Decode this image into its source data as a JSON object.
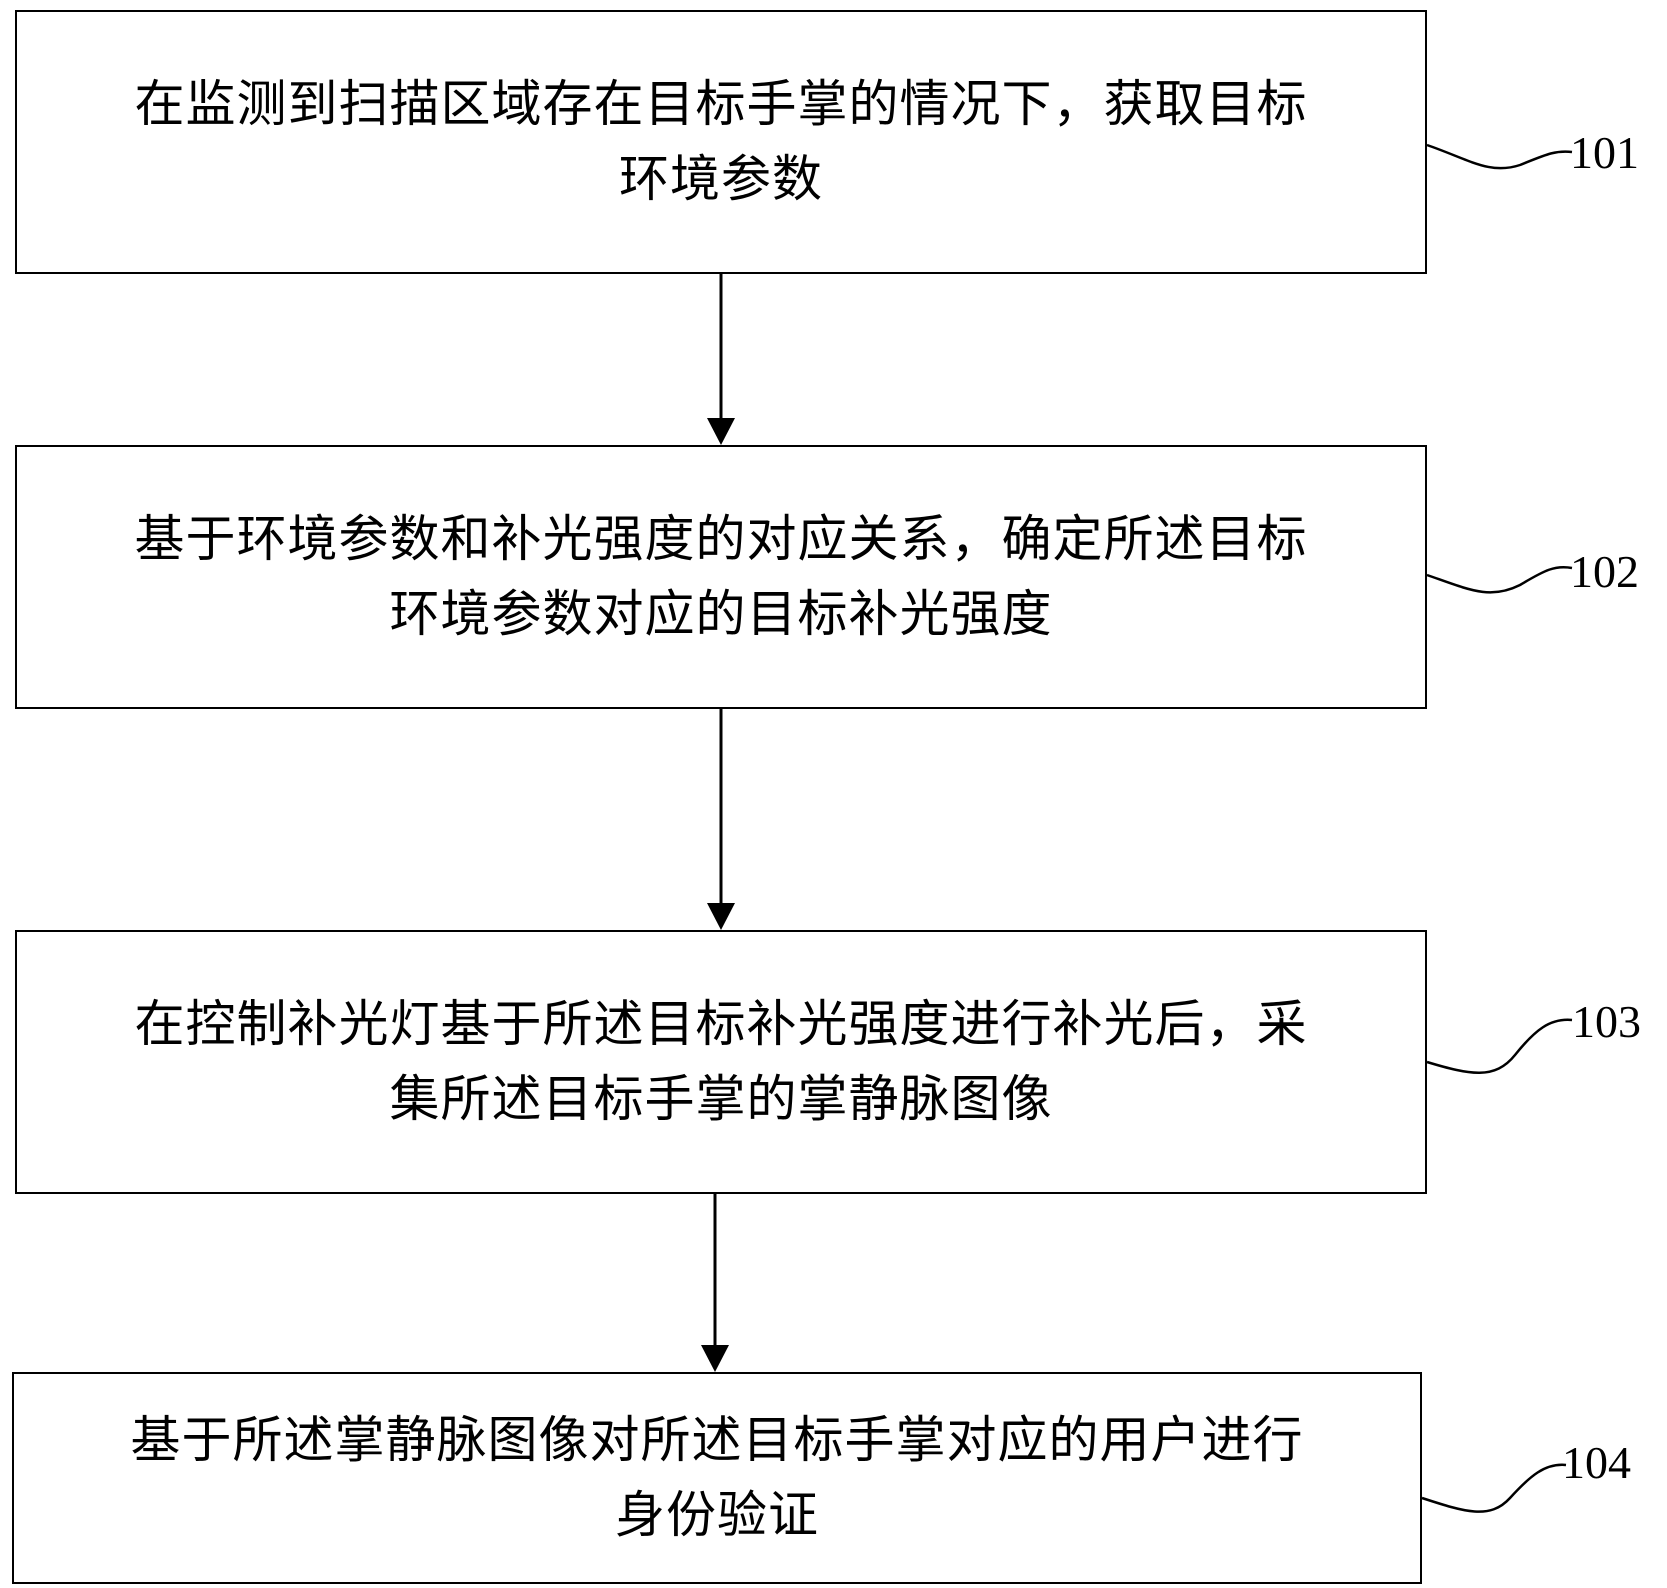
{
  "steps": [
    {
      "ref": "101",
      "lines": [
        "在监测到扫描区域存在目标手掌的情况下，获取目标",
        "环境参数"
      ]
    },
    {
      "ref": "102",
      "lines": [
        "基于环境参数和补光强度的对应关系，确定所述目标",
        "环境参数对应的目标补光强度"
      ]
    },
    {
      "ref": "103",
      "lines": [
        "在控制补光灯基于所述目标补光强度进行补光后，采",
        "集所述目标手掌的掌静脉图像"
      ]
    },
    {
      "ref": "104",
      "lines": [
        "基于所述掌静脉图像对所述目标手掌对应的用户进行",
        "身份验证"
      ]
    }
  ]
}
